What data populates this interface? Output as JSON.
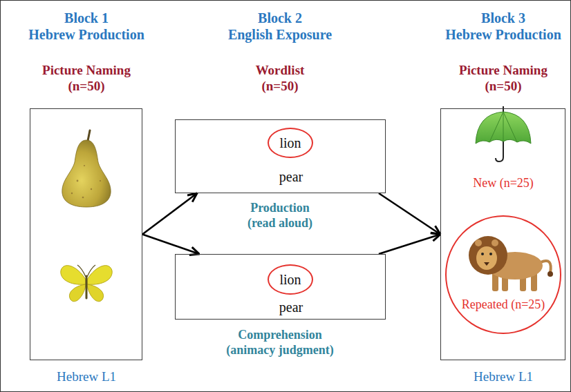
{
  "diagram": {
    "nodes": [
      {
        "text": [
          "Block 1",
          "Hebrew Production",
          "Picture Naming (n=50)",
          "Hebrew L1"
        ]
      },
      {
        "text": [
          "pear",
          "Production (read aloud)"
        ]
      },
      {
        "text": [
          "lion"
        ],
        "in": 1
      },
      {
        "text": [
          "pear",
          "Comprehension (animacy judgment)"
        ]
      },
      {
        "text": [
          "lion"
        ],
        "in": 3
      },
      {
        "text": [
          "Block 3",
          "Hebrew Production",
          "Picture Naming (n=50)",
          "New (n=25)",
          "Hebrew L1"
        ]
      },
      {
        "text": [
          "Repeated (n=25)"
        ],
        "in": 5
      }
    ],
    "edges": [
      {
        "from": 0,
        "to": 1,
        "arrow": "to"
      },
      {
        "from": 0,
        "to": 3,
        "arrow": "to"
      },
      {
        "from": 1,
        "to": 5,
        "arrow": "to"
      },
      {
        "from": 3,
        "to": 5,
        "arrow": "to"
      }
    ],
    "labels": [
      "Block 2",
      "English Exposure",
      "Wordlist (n=50)"
    ]
  }
}
